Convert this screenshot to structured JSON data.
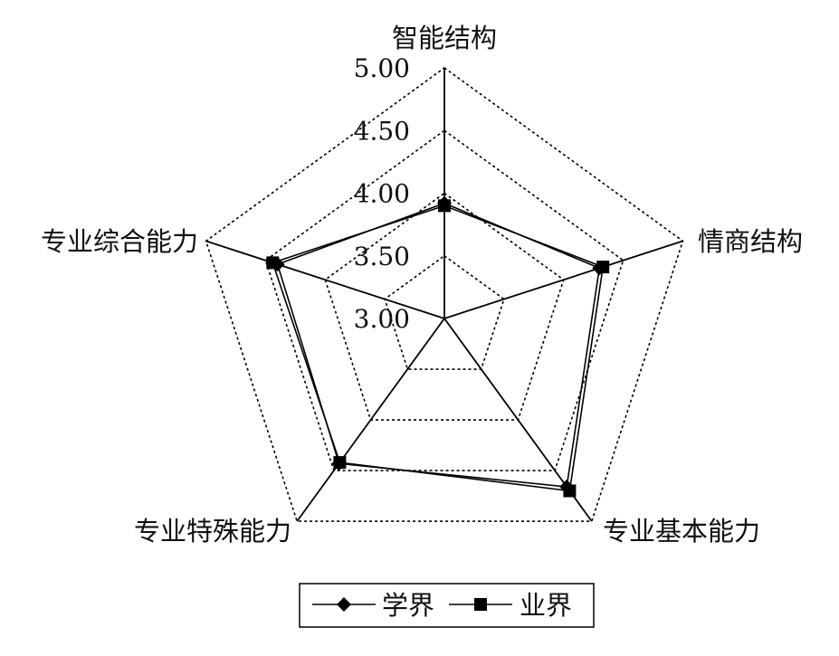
{
  "chart_data": {
    "type": "radar",
    "axes": [
      "智能结构",
      "情商结构",
      "专业基本能力",
      "专业特殊能力",
      "专业综合能力"
    ],
    "ticks": [
      "3.00",
      "3.50",
      "4.00",
      "4.50",
      "5.00"
    ],
    "range": [
      3.0,
      5.0
    ],
    "grid": "dotted",
    "legend_position": "bottom",
    "series": [
      {
        "name": "学界",
        "marker": "diamond",
        "values": [
          3.92,
          4.3,
          4.66,
          4.43,
          4.4
        ]
      },
      {
        "name": "业界",
        "marker": "square",
        "values": [
          3.9,
          4.33,
          4.7,
          4.42,
          4.44
        ]
      }
    ]
  }
}
